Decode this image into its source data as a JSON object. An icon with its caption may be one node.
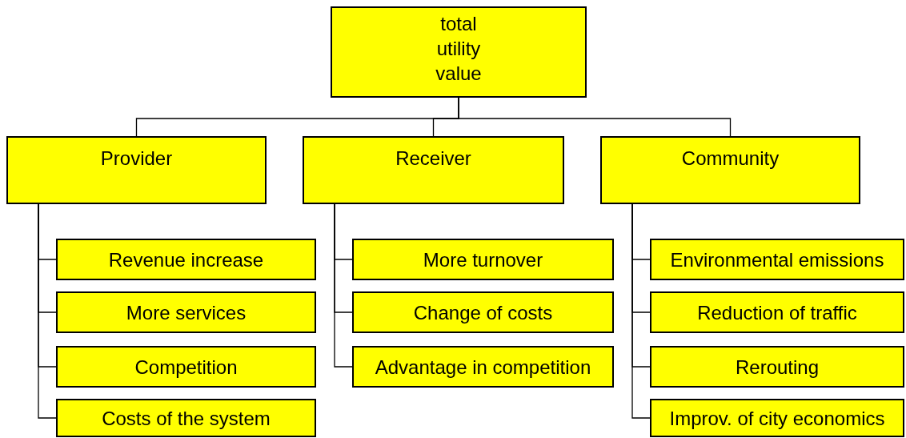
{
  "diagram": {
    "nodes": [
      {
        "text": [
          "total utility value"
        ]
      },
      {
        "text": [
          "Provider"
        ]
      },
      {
        "text": [
          "Receiver"
        ]
      },
      {
        "text": [
          "Community"
        ]
      },
      {
        "text": [
          "Revenue increase"
        ]
      },
      {
        "text": [
          "More services"
        ]
      },
      {
        "text": [
          "Competition"
        ]
      },
      {
        "text": [
          "Costs of the system"
        ]
      },
      {
        "text": [
          "More turnover"
        ]
      },
      {
        "text": [
          "Change of costs"
        ]
      },
      {
        "text": [
          "Advantage in competition"
        ]
      },
      {
        "text": [
          "Environmental emissions"
        ]
      },
      {
        "text": [
          "Reduction of traffic"
        ]
      },
      {
        "text": [
          "Rerouting"
        ]
      },
      {
        "text": [
          "Improv. of city economics"
        ]
      }
    ],
    "edges": [
      {
        "from": 0,
        "to": 1,
        "arrow": "none"
      },
      {
        "from": 0,
        "to": 2,
        "arrow": "none"
      },
      {
        "from": 0,
        "to": 3,
        "arrow": "none"
      },
      {
        "from": 1,
        "to": 4,
        "arrow": "none"
      },
      {
        "from": 1,
        "to": 5,
        "arrow": "none"
      },
      {
        "from": 1,
        "to": 6,
        "arrow": "none"
      },
      {
        "from": 1,
        "to": 7,
        "arrow": "none"
      },
      {
        "from": 2,
        "to": 8,
        "arrow": "none"
      },
      {
        "from": 2,
        "to": 9,
        "arrow": "none"
      },
      {
        "from": 2,
        "to": 10,
        "arrow": "none"
      },
      {
        "from": 3,
        "to": 11,
        "arrow": "none"
      },
      {
        "from": 3,
        "to": 12,
        "arrow": "none"
      },
      {
        "from": 3,
        "to": 13,
        "arrow": "none"
      },
      {
        "from": 3,
        "to": 14,
        "arrow": "none"
      }
    ]
  }
}
